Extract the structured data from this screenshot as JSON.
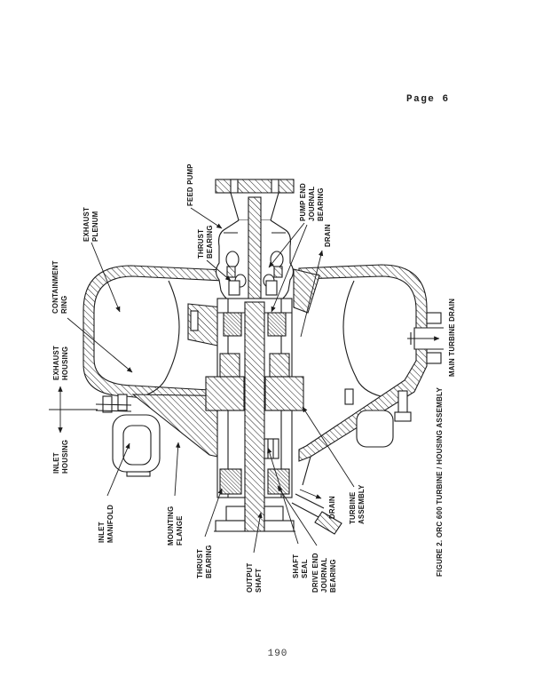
{
  "page": {
    "header": "Page 6",
    "page_number": "190",
    "paper_color": "#ffffff",
    "ink_color": "#1c1c1c"
  },
  "figure": {
    "caption": "FIGURE 2. ORC 600 TURBINE / HOUSING ASSEMBLY",
    "labels": {
      "feed_pump": {
        "line1": "FEED PUMP"
      },
      "thrust_bearing_top": {
        "line1": "THRUST",
        "line2": "BEARING"
      },
      "exhaust_plenum": {
        "line1": "EXHAUST",
        "line2": "PLENUM"
      },
      "pump_end_journal_bearing": {
        "line1": "PUMP END",
        "line2": "JOURNAL",
        "line3": "BEARING"
      },
      "drain_top": {
        "line1": "DRAIN"
      },
      "containment_ring": {
        "line1": "CONTAINMENT",
        "line2": "RING"
      },
      "exhaust_housing": {
        "line1": "EXHAUST",
        "line2": "HOUSING"
      },
      "inlet_housing": {
        "line1": "INLET",
        "line2": "HOUSING"
      },
      "main_turbine_drain": {
        "line1": "MAIN TURBINE DRAIN"
      },
      "inlet_manifold": {
        "line1": "INLET",
        "line2": "MANIFOLD"
      },
      "mounting_flange": {
        "line1": "MOUNTING",
        "line2": "FLANGE"
      },
      "thrust_bearing_bottom": {
        "line1": "THRUST",
        "line2": "BEARING"
      },
      "output_shaft": {
        "line1": "OUTPUT",
        "line2": "SHAFT"
      },
      "shaft_seal": {
        "line1": "SHAFT",
        "line2": "SEAL"
      },
      "drive_end_journal_bearing": {
        "line1": "DRIVE END",
        "line2": "JOURNAL",
        "line3": "BEARING"
      },
      "drain_bottom": {
        "line1": "DRAIN"
      },
      "turbine_assembly": {
        "line1": "TURBINE",
        "line2": "ASSEMBLY"
      }
    }
  }
}
